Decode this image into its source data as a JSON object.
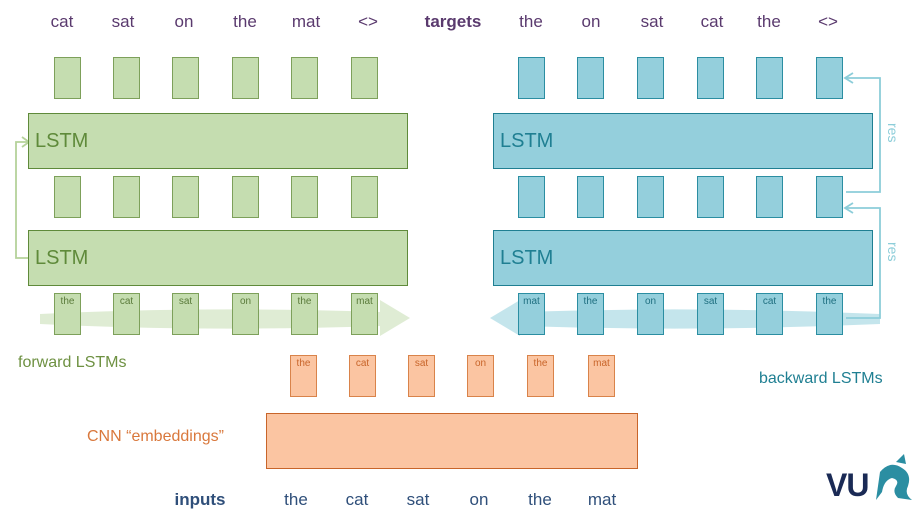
{
  "targets_label": "targets",
  "inputs_label": "inputs",
  "forward_targets": [
    "cat",
    "sat",
    "on",
    "the",
    "mat",
    "<>"
  ],
  "backward_targets": [
    "the",
    "on",
    "sat",
    "cat",
    "the",
    "<>"
  ],
  "forward_inputs": [
    "the",
    "cat",
    "sat",
    "on",
    "the",
    "mat"
  ],
  "backward_inputs": [
    "mat",
    "the",
    "on",
    "sat",
    "cat",
    "the"
  ],
  "embedding_inputs": [
    "the",
    "cat",
    "sat",
    "on",
    "the",
    "mat"
  ],
  "input_words": [
    "the",
    "cat",
    "sat",
    "on",
    "the",
    "mat"
  ],
  "lstm_label": "LSTM",
  "res_label": "res",
  "forward_caption": "forward LSTMs",
  "backward_caption": "backward LSTMs",
  "cnn_caption": "CNN “embeddings”",
  "logo_text": "VU",
  "colors": {
    "forward": "#c5ddb0",
    "backward": "#94cfdc",
    "cnn": "#fbc5a2"
  }
}
